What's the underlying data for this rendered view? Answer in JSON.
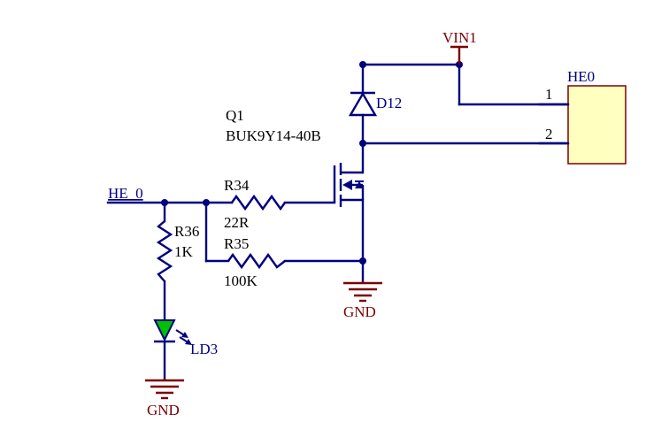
{
  "components": {
    "vin1": {
      "name": "VIN1"
    },
    "he0": {
      "name": "HE0",
      "pin1": "1",
      "pin2": "2",
      "body_color": "#ffffc0"
    },
    "q1": {
      "ref": "Q1",
      "value": "BUK9Y14-40B"
    },
    "d12": {
      "ref": "D12"
    },
    "r34": {
      "ref": "R34",
      "value": "22R"
    },
    "r35": {
      "ref": "R35",
      "value": "100K"
    },
    "r36": {
      "ref": "R36",
      "value": "1K"
    },
    "ld3": {
      "ref": "LD3",
      "color": "#00c000"
    },
    "gnd_main": {
      "name": "GND"
    },
    "gnd_led": {
      "name": "GND"
    }
  },
  "nets": {
    "he_0": "HE_0"
  },
  "colors": {
    "wire": "#000080",
    "power": "#7b0000",
    "label": "#000000"
  }
}
